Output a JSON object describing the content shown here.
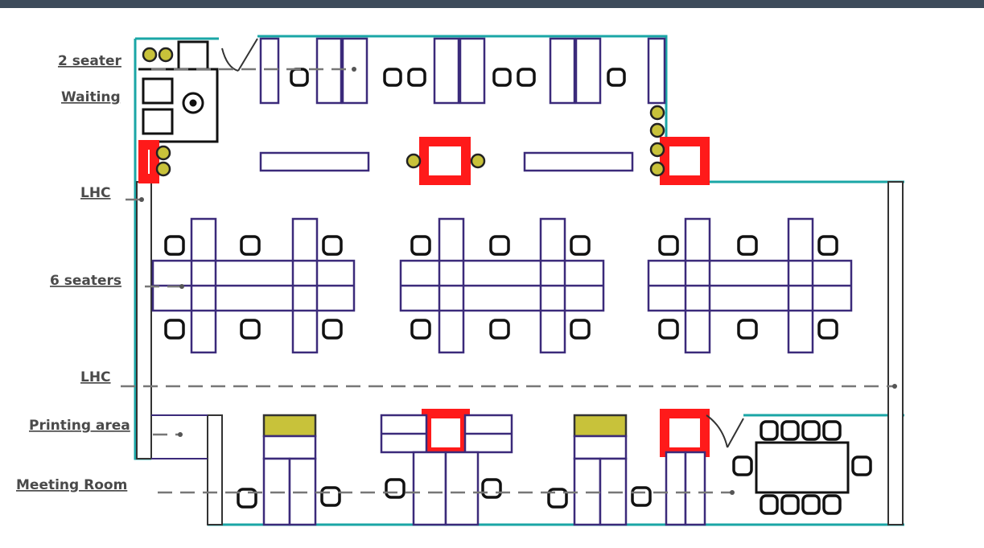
{
  "labels": {
    "two_seater": "2 seater",
    "waiting": "Waiting",
    "lhc_top": "LHC",
    "six_seaters": "6 seaters",
    "lhc_bottom": "LHC",
    "printing_area": "Printing area",
    "meeting_room": "Meeting Room"
  },
  "colors": {
    "wall": "#1aa6a6",
    "furniture": "#3b2a7a",
    "column": "#ff1a1a",
    "stool": "#c8c23a",
    "leader": "#777777",
    "text": "#4a4a4a",
    "header_bar": "#3d4b5a"
  }
}
